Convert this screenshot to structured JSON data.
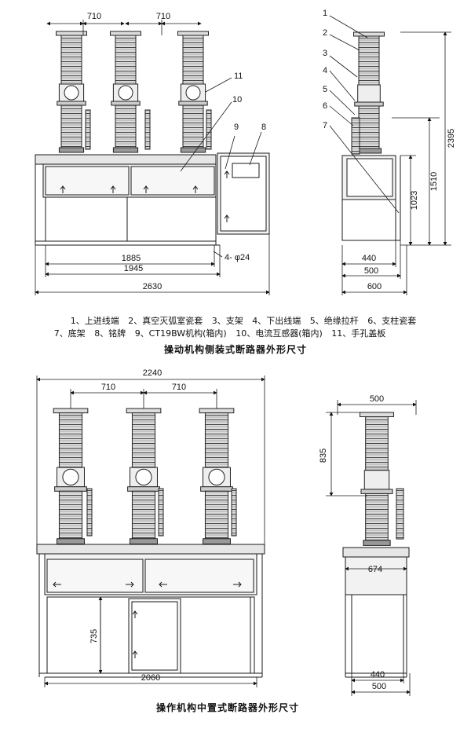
{
  "top": {
    "dims": {
      "phase_a": "710",
      "phase_b": "710",
      "d1885": "1885",
      "d1945": "1945",
      "d2630": "2630",
      "holes": "4- φ24",
      "side_440": "440",
      "side_500": "500",
      "side_600": "600",
      "h1023": "1023",
      "h1510": "1510",
      "h2395": "2395"
    },
    "callouts": [
      "1",
      "2",
      "3",
      "4",
      "5",
      "6",
      "7",
      "8",
      "9",
      "10",
      "11"
    ],
    "legend_line1": [
      "1、上进线端",
      "2、真空灭弧室瓷套",
      "3、支架",
      "4、下出线端",
      "5、绝缘拉杆",
      "6、支柱瓷套"
    ],
    "legend_line2": [
      "7、底架",
      "8、铭牌",
      "9、CT19BW机构(箱内)",
      "10、电流互感器(箱内)",
      "11、手孔盖板"
    ],
    "caption": "操动机构侧装式断路器外形尺寸"
  },
  "bottom": {
    "dims": {
      "d2240": "2240",
      "phase_a": "710",
      "phase_b": "710",
      "h735": "735",
      "d2060": "2060",
      "side_500_top": "500",
      "h835": "835",
      "d674": "674",
      "side_440": "440",
      "side_500": "500"
    },
    "caption": "操作机构中置式断路器外形尺寸"
  },
  "colors": {
    "line": "#1a1a1a",
    "fill": "#e6e6e6",
    "dark": "#8a8a8a"
  }
}
